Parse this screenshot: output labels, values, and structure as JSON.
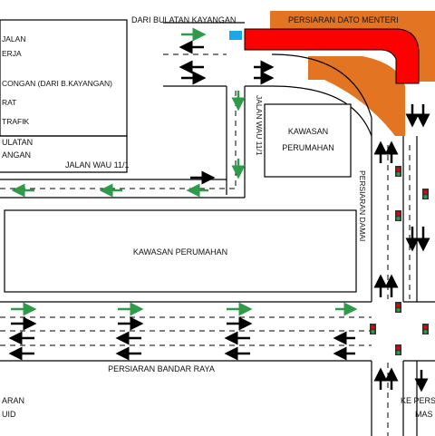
{
  "legend": {
    "items": [
      "JALAN",
      "ERJA",
      "CONGAN (DARI B.KAYANGAN)",
      "RAT",
      "TRAFIK"
    ]
  },
  "labels": {
    "top_entry": "DARI BULATAN KAYANGAN",
    "persiaran_dato_menteri": "PERSIARAN DATO MENTERI",
    "jalan_wau_11_1_vertical": "JALAN WAU 11/1",
    "kawasan_perumahan_small_1": "KAWASAN",
    "kawasan_perumahan_small_2": "PERUMAHAN",
    "bulatan_cut_1": "ULATAN",
    "bulatan_cut_2": "ANGAN",
    "jalan_wau_11_1": "JALAN WAU 11/1",
    "persiaran_damai": "PERSIARAN DAMAI",
    "kawasan_perumahan_big": "KAWASAN PERUMAHAN",
    "persiaran_bandar_raya": "PERSIARAN BANDAR RAYA",
    "bottom_left_1": "ARAN",
    "bottom_left_2": "UID",
    "bottom_right_1": "KE PERS",
    "bottom_right_2": "MAS"
  },
  "colors": {
    "closure_red": "#ff0000",
    "zone_orange": "#e37522",
    "arrow_green": "#2e9a4a",
    "arrow_black": "#000000",
    "signal_blue": "#1ba6e6"
  }
}
